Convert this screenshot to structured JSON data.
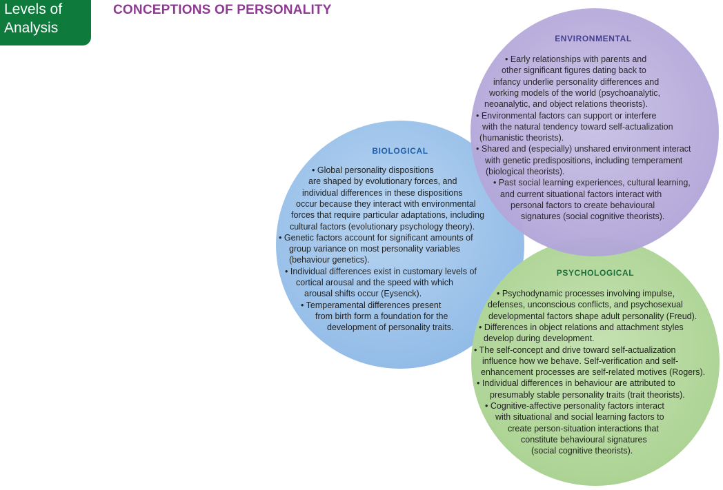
{
  "tag": {
    "line1": "Levels of",
    "line2": "Analysis"
  },
  "title": "CONCEPTIONS OF PERSONALITY",
  "colors": {
    "tag_bg": "#0e7a3c",
    "title": "#8e3a93",
    "bio_title": "#1f5ea8",
    "env_title": "#3e3a8e",
    "psy_title": "#1d6e3a"
  },
  "biological": {
    "title": "BIOLOGICAL",
    "lines": [
      "• Global personality dispositions",
      "are shaped by evolutionary forces, and",
      "individual differences in these dispositions",
      "occur because they interact with environmental",
      "forces that require particular adaptations, including",
      "cultural factors (evolutionary psychology theory).",
      "• Genetic factors account for significant amounts of",
      "group variance on most personality variables",
      "(behaviour genetics).",
      "• Individual differences exist in customary levels of",
      "cortical arousal and the speed with which",
      "arousal shifts occur (Eysenck).",
      "• Temperamental differences present",
      "from birth form a foundation for the",
      "development of personality traits."
    ]
  },
  "environmental": {
    "title": "ENVIRONMENTAL",
    "lines": [
      "• Early relationships with parents and",
      "other significant figures dating back to",
      "infancy underlie personality differences and",
      "working models of the world (psychoanalytic,",
      "neoanalytic, and object relations theorists).",
      "• Environmental factors can support or interfere",
      "with the natural tendency toward self-actualization",
      "(humanistic theorists).",
      "• Shared and (especially) unshared environment interact",
      "with genetic predispositions, including temperament",
      "(biological theorists).",
      "• Past social learning experiences, cultural learning,",
      "and current situational factors interact with",
      "personal factors to create behavioural",
      "signatures (social cognitive theorists)."
    ]
  },
  "psychological": {
    "title": "PSYCHOLOGICAL",
    "lines": [
      "• Psychodynamic processes involving impulse,",
      "defenses, unconscious conflicts, and psychosexual",
      "developmental factors shape adult personality (Freud).",
      "• Differences in object relations and attachment styles",
      "develop during development.",
      "• The self-concept and drive toward self-actualization",
      "influence how we behave. Self-verification and self-",
      "enhancement processes are self-related motives (Rogers).",
      "• Individual differences in behaviour are attributed to",
      "presumably stable personality traits (trait theorists).",
      "• Cognitive-affective personality factors interact",
      "with situational and social learning factors to",
      "create person-situation interactions that",
      "constitute behavioural signatures",
      "(social cognitive theorists)."
    ]
  }
}
